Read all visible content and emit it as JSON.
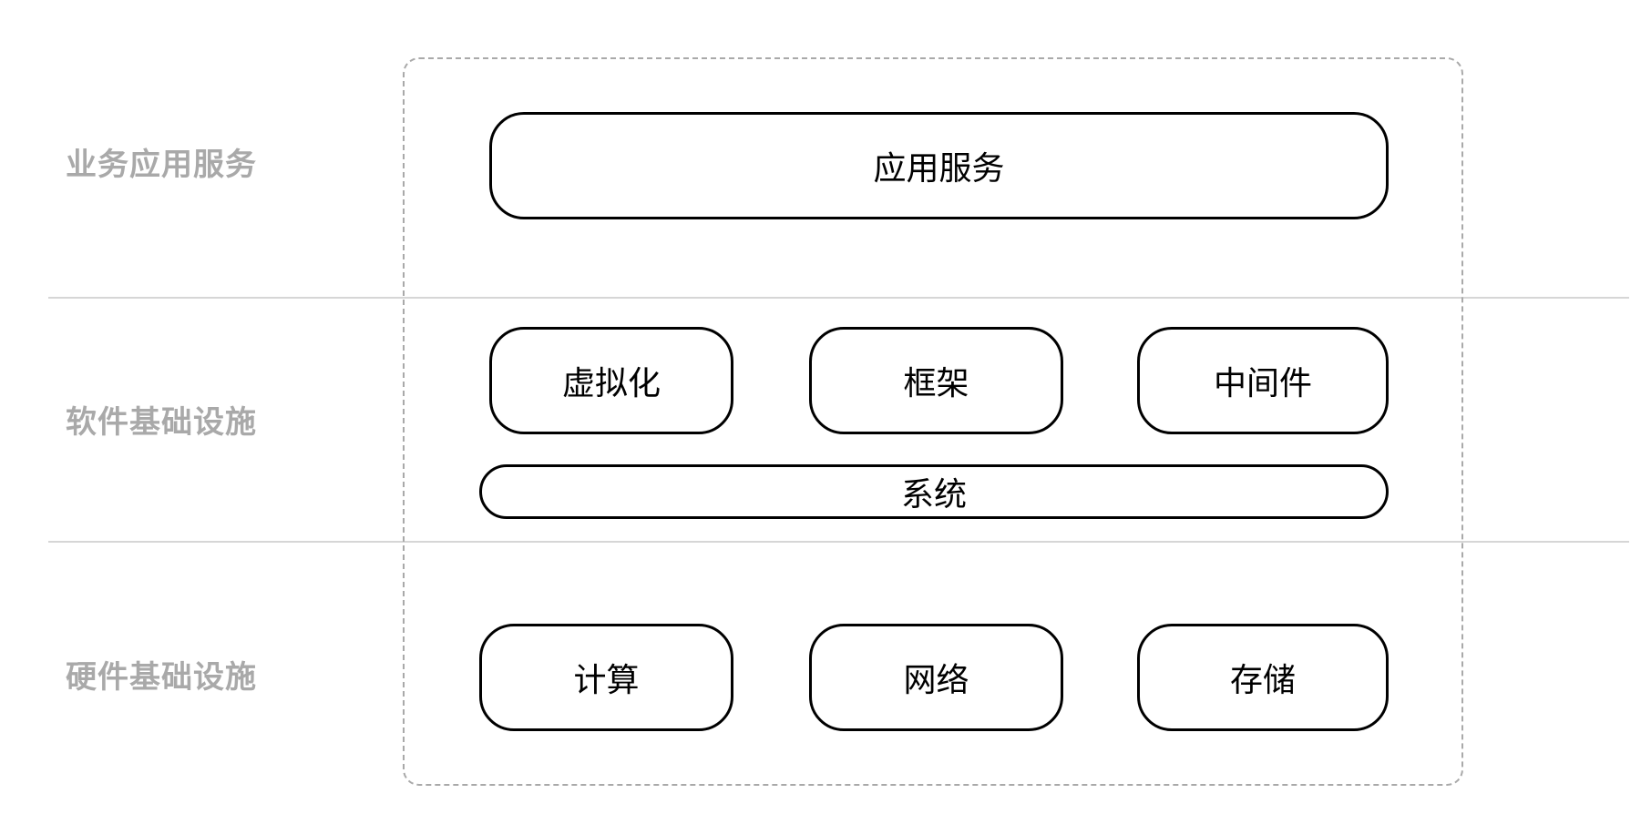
{
  "layers": {
    "application": "业务应用服务",
    "software": "软件基础设施",
    "hardware": "硬件基础设施"
  },
  "application_layer": {
    "app_service": "应用服务"
  },
  "software_layer": {
    "virtualization": "虚拟化",
    "framework": "框架",
    "middleware": "中间件",
    "system": "系统"
  },
  "hardware_layer": {
    "compute": "计算",
    "network": "网络",
    "storage": "存储"
  },
  "colors": {
    "label_gray": "#a9a9a9",
    "divider": "#d6d6d6",
    "box_border": "#000000"
  }
}
